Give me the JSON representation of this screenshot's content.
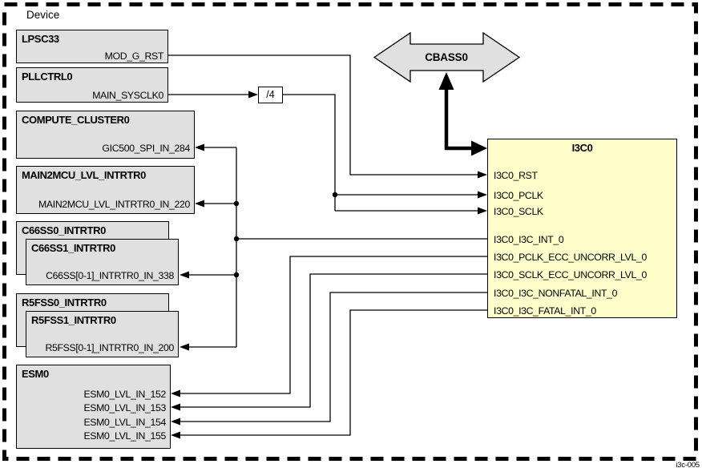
{
  "device": {
    "label": "Device"
  },
  "figure_id": "i3c-005",
  "bus": {
    "label": "CBASS0"
  },
  "divider": {
    "label": "/4"
  },
  "blocks": {
    "lpsc33": {
      "title": "LPSC33",
      "port": "MOD_G_RST"
    },
    "pllctrl0": {
      "title": "PLLCTRL0",
      "port": "MAIN_SYSCLK0"
    },
    "compute_cluster0": {
      "title": "COMPUTE_CLUSTER0",
      "port": "GIC500_SPI_IN_284"
    },
    "main2mcu_intrtr0": {
      "title": "MAIN2MCU_LVL_INTRTR0",
      "port": "MAIN2MCU_LVL_INTRTR0_IN_220"
    },
    "c66ss0_intrtr0": {
      "title": "C66SS0_INTRTR0"
    },
    "c66ss1_intrtr0": {
      "title": "C66SS1_INTRTR0",
      "port": "C66SS[0-1]_INTRTR0_IN_338"
    },
    "r5fss0_intrtr0": {
      "title": "R5FSS0_INTRTR0"
    },
    "r5fss1_intrtr0": {
      "title": "R5FSS1_INTRTR0",
      "port": "R5FSS[0-1]_INTRTR0_IN_200"
    },
    "esm0": {
      "title": "ESM0",
      "ports": [
        "ESM0_LVL_IN_152",
        "ESM0_LVL_IN_153",
        "ESM0_LVL_IN_154",
        "ESM0_LVL_IN_155"
      ]
    }
  },
  "i3c0": {
    "title": "I3C0",
    "inputs": [
      "I3C0_RST",
      "I3C0_PCLK",
      "I3C0_SCLK"
    ],
    "outputs": [
      "I3C0_I3C_INT_0",
      "I3C0_PCLK_ECC_UNCORR_LVL_0",
      "I3C0_SCLK_ECC_UNCORR_LVL_0",
      "I3C0_I3C_NONFATAL_INT_0",
      "I3C0_I3C_FATAL_INT_0"
    ]
  },
  "colors": {
    "block_fill": "#e0e0e0",
    "module_fill": "#ffffcc",
    "line": "#000000",
    "background": "#ffffff"
  }
}
